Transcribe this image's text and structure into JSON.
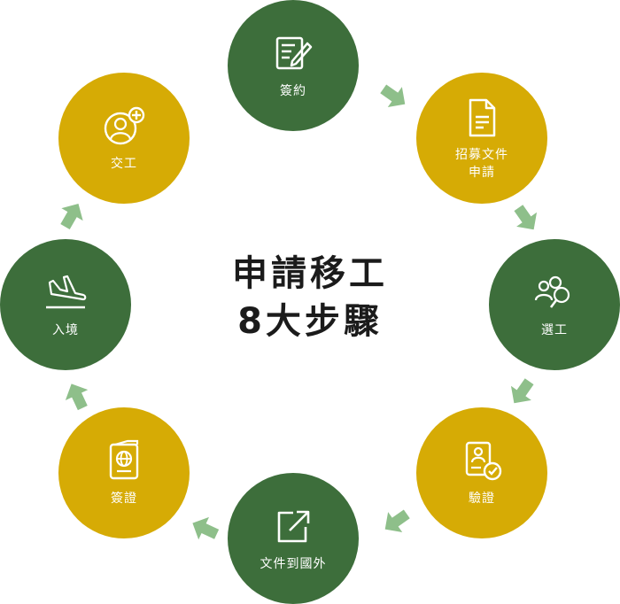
{
  "title": {
    "line1": "申請移工",
    "line2": "8大步驟"
  },
  "colors": {
    "green": "#3d6e3b",
    "gold": "#d6ab05",
    "arrow": "#8ebf8a"
  },
  "steps": [
    {
      "label": "簽約",
      "icon": "contract-pen-icon",
      "color": "green"
    },
    {
      "label": "招募文件\n申請",
      "icon": "document-icon",
      "color": "gold"
    },
    {
      "label": "選工",
      "icon": "people-search-icon",
      "color": "green"
    },
    {
      "label": "驗證",
      "icon": "id-verify-icon",
      "color": "gold"
    },
    {
      "label": "文件到國外",
      "icon": "external-link-icon",
      "color": "green"
    },
    {
      "label": "簽證",
      "icon": "passport-icon",
      "color": "gold"
    },
    {
      "label": "入境",
      "icon": "plane-landing-icon",
      "color": "green"
    },
    {
      "label": "交工",
      "icon": "user-add-icon",
      "color": "gold"
    }
  ]
}
